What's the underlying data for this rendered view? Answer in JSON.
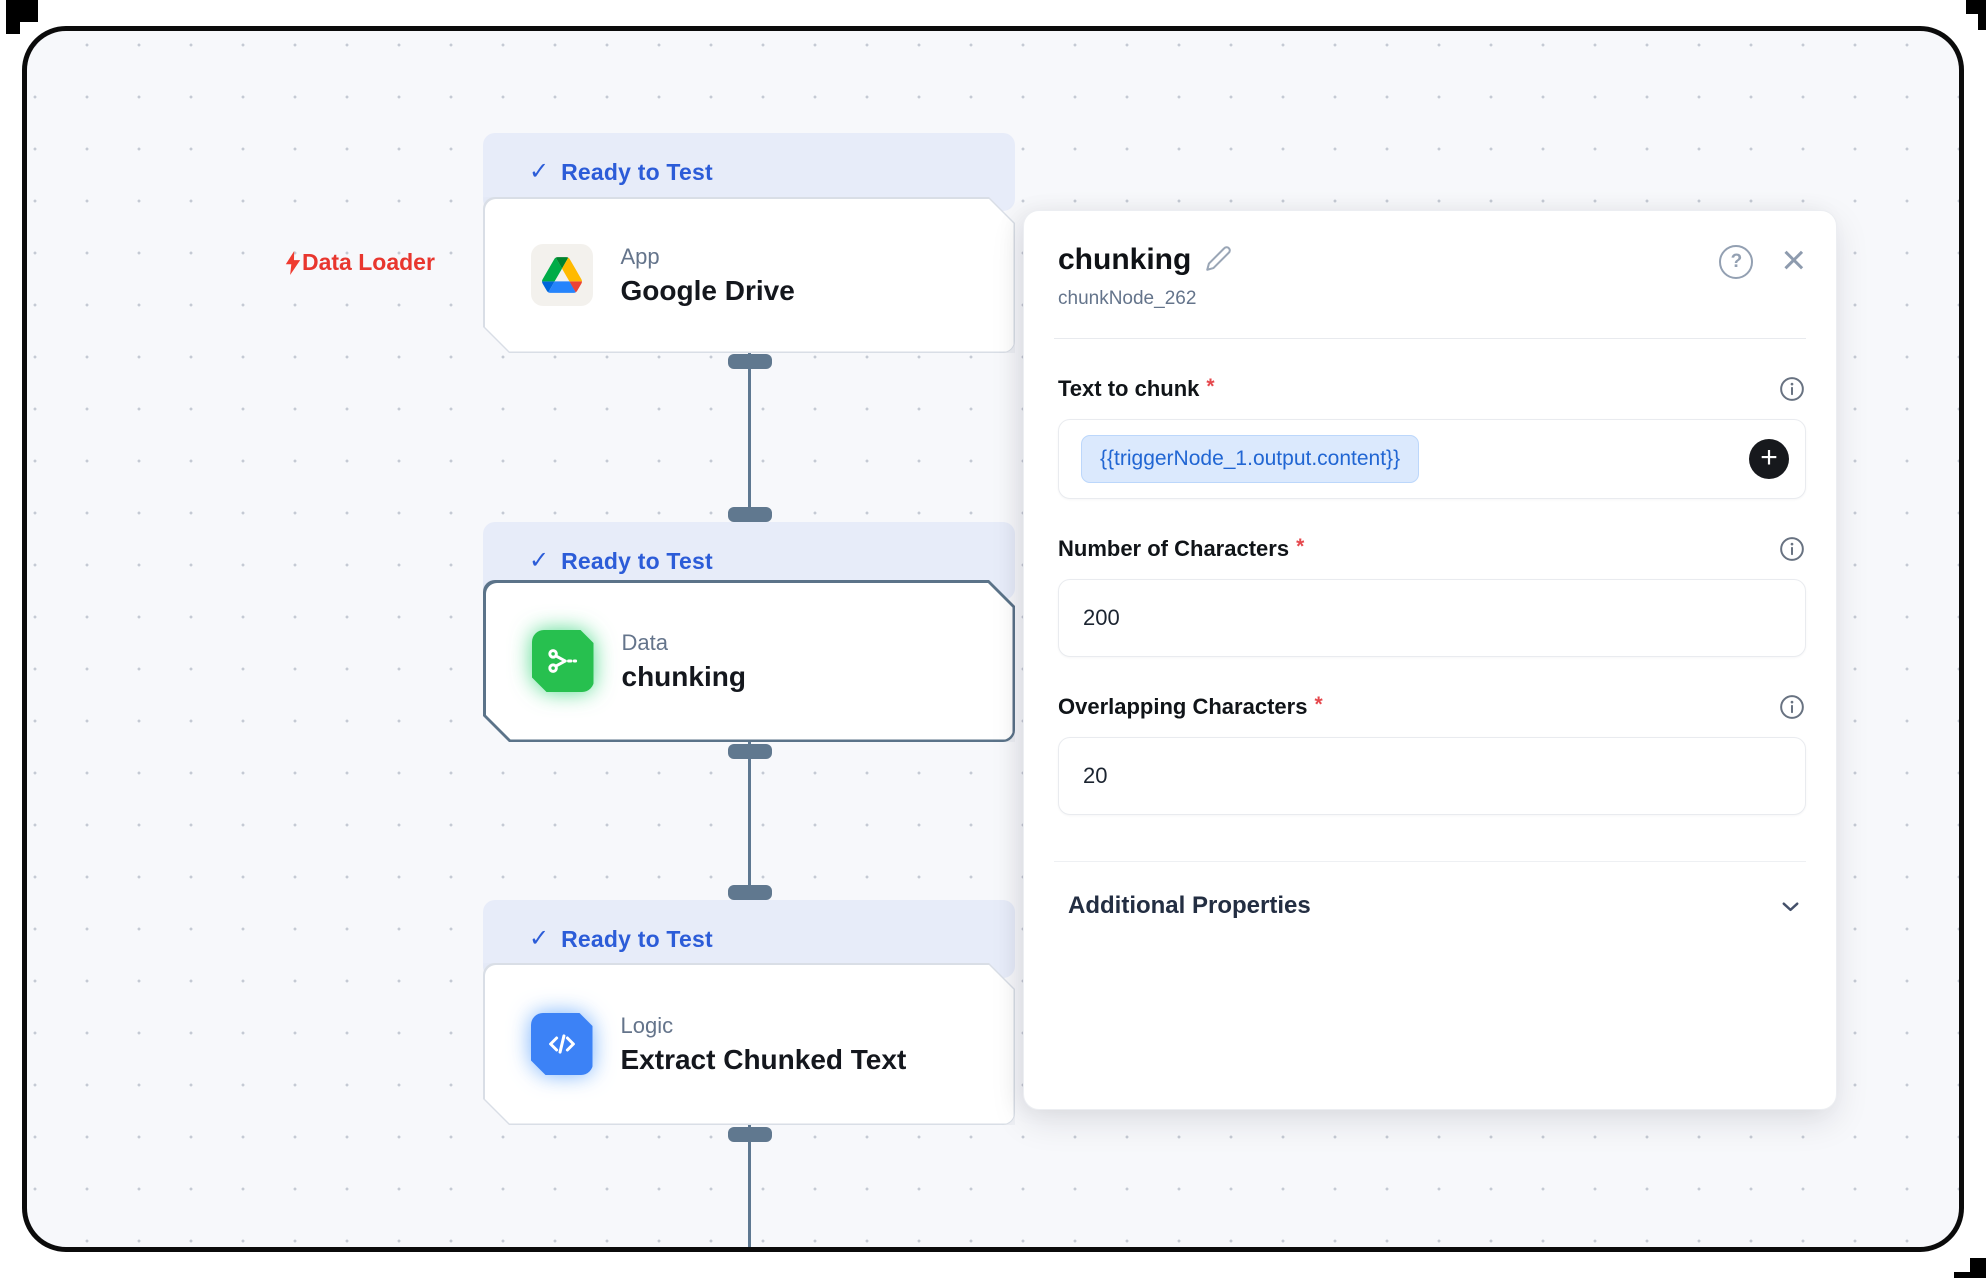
{
  "canvas": {
    "group_label": "Data Loader",
    "nodes": [
      {
        "status": "Ready to Test",
        "category": "App",
        "title": "Google Drive"
      },
      {
        "status": "Ready to Test",
        "category": "Data",
        "title": "chunking"
      },
      {
        "status": "Ready to Test",
        "category": "Logic",
        "title": "Extract Chunked Text"
      }
    ]
  },
  "panel": {
    "title": "chunking",
    "node_id": "chunkNode_262",
    "required_marker": "*",
    "fields": [
      {
        "label": "Text to chunk",
        "value": "{{triggerNode_1.output.content}}"
      },
      {
        "label": "Number of Characters",
        "value": "200"
      },
      {
        "label": "Overlapping Characters",
        "value": "20"
      }
    ],
    "additional_properties_label": "Additional Properties"
  },
  "icons": {
    "check": "✓",
    "close": "×",
    "plus": "+",
    "help": "?",
    "code": "</>"
  },
  "colors": {
    "accent_blue": "#2c5cd8",
    "badge_bg": "#e7ecf9",
    "danger_red": "#e8362e",
    "node_green": "#27c04f",
    "node_blue": "#3c82f6",
    "connector_slate": "#5e7891",
    "chip_text": "#2166d3",
    "chip_bg": "#dbe9fd"
  }
}
